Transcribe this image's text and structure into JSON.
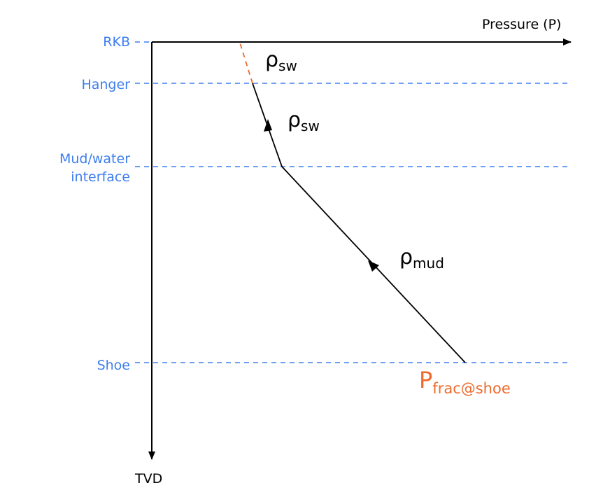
{
  "axes": {
    "x_label": "Pressure (P)",
    "y_label": "TVD"
  },
  "depth_levels": [
    {
      "id": "rkb",
      "label": "RKB"
    },
    {
      "id": "hanger",
      "label": "Hanger"
    },
    {
      "id": "mudline",
      "label_line1": "Mud/water",
      "label_line2": "interface"
    },
    {
      "id": "shoe",
      "label": "Shoe"
    }
  ],
  "annotations": {
    "rho_sw_top": {
      "symbol": "ρ",
      "sub": "sw"
    },
    "rho_sw": {
      "symbol": "ρ",
      "sub": "sw"
    },
    "rho_mud": {
      "symbol": "ρ",
      "sub": "mud"
    },
    "p_frac": {
      "symbol": "P",
      "sub": "frac@shoe"
    }
  },
  "colors": {
    "level_lines": "#3d7ef0",
    "pressure_line": "#000000",
    "extrapolation": "#ee6a2c"
  }
}
